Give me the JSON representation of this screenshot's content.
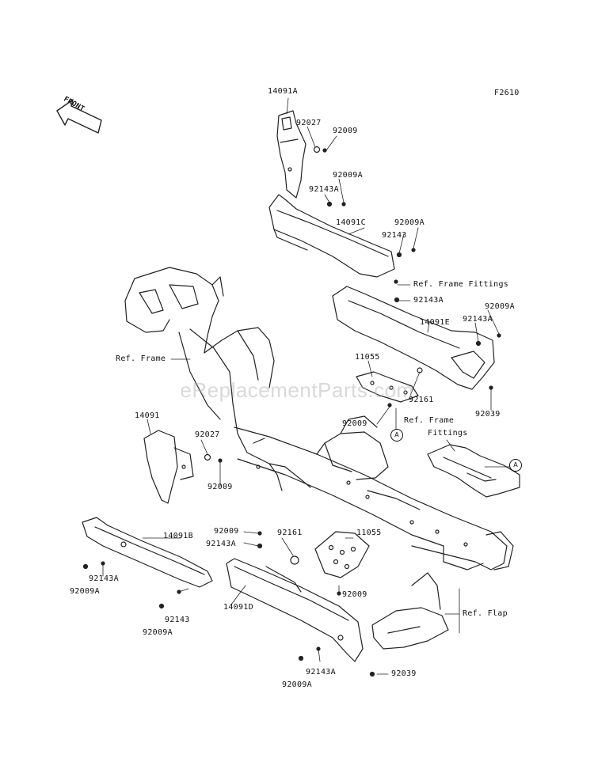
{
  "figure_code": "F2610",
  "front_arrow_label": "FRONT",
  "watermark": "eReplacementParts.com",
  "callout_marker": "A",
  "part_labels": [
    "14091A",
    "92027",
    "92009",
    "92009A",
    "92143A",
    "14091C",
    "92009A",
    "92143",
    "Ref. Frame Fittings",
    "92143A",
    "92009A",
    "92143A",
    "14091E",
    "Ref. Frame",
    "11055",
    "92161",
    "92009",
    "92039",
    "Ref. Frame",
    "Fittings",
    "14091",
    "92027",
    "92009",
    "92009",
    "92143A",
    "92161",
    "11055",
    "14091B",
    "92143A",
    "92009A",
    "14091D",
    "92009",
    "92143",
    "92009A",
    "Ref. Flap",
    "92143A",
    "92039",
    "92009A"
  ]
}
